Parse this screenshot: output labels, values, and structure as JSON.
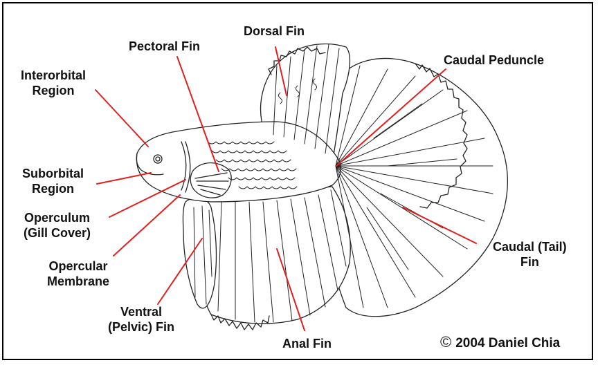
{
  "labels": {
    "dorsal_fin": "Dorsal Fin",
    "pectoral_fin": "Pectoral Fin",
    "caudal_peduncle": "Caudal Peduncle",
    "interorbital": [
      "Interorbital",
      "Region"
    ],
    "suborbital": [
      "Suborbital",
      "Region"
    ],
    "operculum": [
      "Operculum",
      "(Gill Cover)"
    ],
    "opercular_membrane": [
      "Opercular",
      "Membrane"
    ],
    "ventral_fin": [
      "Ventral",
      "(Pelvic) Fin"
    ],
    "anal_fin": "Anal Fin",
    "caudal_fin": [
      "Caudal (Tail)",
      "Fin"
    ]
  },
  "copyright": {
    "symbol": "©",
    "text": "2004 Daniel Chia"
  },
  "colors": {
    "leader_line": "#e0201e",
    "outline": "#222222",
    "background": "#ffffff"
  }
}
